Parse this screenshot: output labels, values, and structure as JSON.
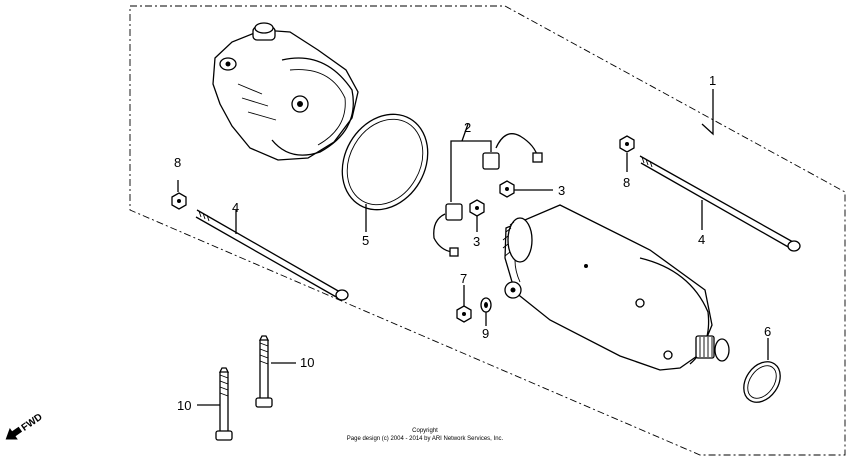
{
  "callouts": [
    "1",
    "2",
    "3",
    "3",
    "4",
    "4",
    "5",
    "6",
    "7",
    "8",
    "8",
    "9",
    "10",
    "10"
  ],
  "fwd_label": "FWD",
  "copyright": {
    "line1": "Copyright",
    "line2": "Page design (c) 2004 - 2014 by ARI Network Services, Inc."
  }
}
